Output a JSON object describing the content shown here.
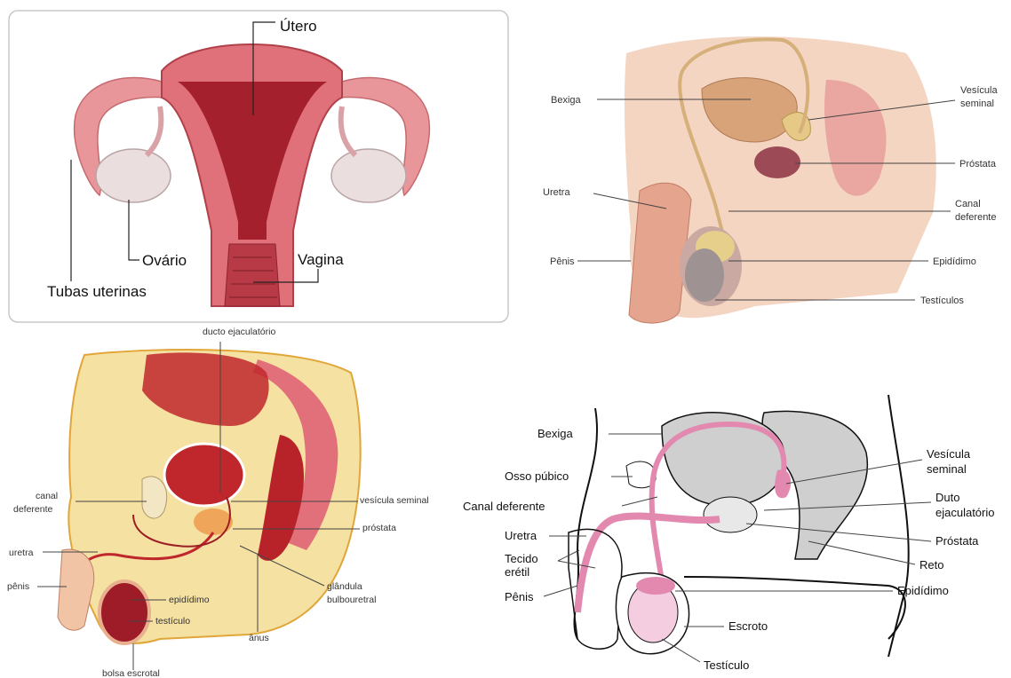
{
  "panels": {
    "female": {
      "labels": {
        "utero": "Útero",
        "ovario": "Ovário",
        "vagina": "Vagina",
        "tubas": "Tubas uterinas"
      }
    },
    "male_top_right": {
      "labels": {
        "bexiga": "Bexiga",
        "vesicula": "Vesícula seminal",
        "vesicula_l1": "Vesícula",
        "vesicula_l2": "seminal",
        "prostata": "Próstata",
        "uretra": "Uretra",
        "canal_l1": "Canal",
        "canal_l2": "deferente",
        "penis": "Pênis",
        "epididimo": "Epidídimo",
        "testiculos": "Testículos"
      }
    },
    "male_bottom_left": {
      "labels": {
        "ducto": "ducto ejaculatório",
        "canal_l1": "canal",
        "canal_l2": "deferente",
        "vesicula": "vesícula seminal",
        "prostata": "próstata",
        "uretra": "uretra",
        "glandula_l1": "glândula",
        "glandula_l2": "bulbouretral",
        "penis": "pênis",
        "epididimo": "epidídimo",
        "testiculo": "testículo",
        "anus": "ânus",
        "bolsa": "bolsa escrotal"
      }
    },
    "male_bottom_right": {
      "labels": {
        "bexiga": "Bexiga",
        "osso": "Osso púbico",
        "canal": "Canal deferente",
        "uretra": "Uretra",
        "tecido_l1": "Tecido",
        "tecido_l2": "erétil",
        "penis": "Pênis",
        "vesicula_l1": "Vesícula",
        "vesicula_l2": "seminal",
        "duto_l1": "Duto",
        "duto_l2": "ejaculatório",
        "prostata": "Próstata",
        "reto": "Reto",
        "epididimo": "Epidídimo",
        "escroto": "Escroto",
        "testiculo": "Testículo"
      }
    }
  },
  "colors": {
    "female_frame": "#c8c8c8",
    "uterus_dark": "#a3202c",
    "uterus_light": "#e0707a",
    "ovary": "#eadede",
    "skin": "#e8b8a0",
    "bladder": "#d9a37a",
    "prostate": "#9c4a56",
    "testis_gray": "#9e9292",
    "anatomy_yellow": "#f3d06a",
    "anatomy_red": "#c0272d",
    "lineart_gray": "#cfcfcf",
    "lineart_pink": "#e389b0"
  }
}
